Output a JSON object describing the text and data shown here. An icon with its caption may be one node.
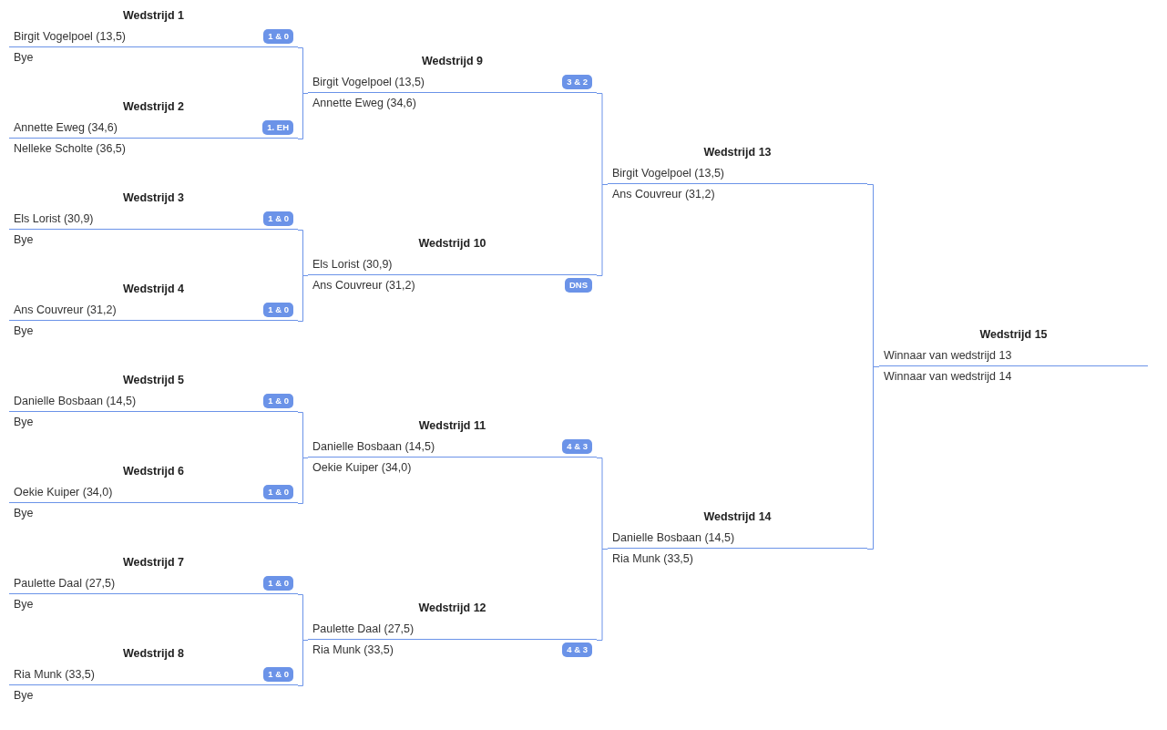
{
  "diagram": {
    "nodes": [
      {
        "text": [
          "Wedstrijd 1"
        ]
      },
      {
        "text": [
          "Birgit Vogelpoel (13,5)",
          "1 & 0"
        ],
        "in": 0
      },
      {
        "text": [
          "Bye"
        ],
        "in": 0
      },
      {
        "text": [
          "Wedstrijd 2"
        ]
      },
      {
        "text": [
          "Annette Eweg (34,6)",
          "1. EH"
        ],
        "in": 3
      },
      {
        "text": [
          "Nelleke Scholte (36,5)"
        ],
        "in": 3
      },
      {
        "text": [
          "Wedstrijd 3"
        ]
      },
      {
        "text": [
          "Els Lorist (30,9)",
          "1 & 0"
        ],
        "in": 6
      },
      {
        "text": [
          "Bye"
        ],
        "in": 6
      },
      {
        "text": [
          "Wedstrijd 4"
        ]
      },
      {
        "text": [
          "Ans Couvreur (31,2)",
          "1 & 0"
        ],
        "in": 9
      },
      {
        "text": [
          "Bye"
        ],
        "in": 9
      },
      {
        "text": [
          "Wedstrijd 5"
        ]
      },
      {
        "text": [
          "Danielle Bosbaan (14,5)",
          "1 & 0"
        ],
        "in": 12
      },
      {
        "text": [
          "Bye"
        ],
        "in": 12
      },
      {
        "text": [
          "Wedstrijd 6"
        ]
      },
      {
        "text": [
          "Oekie Kuiper (34,0)",
          "1 & 0"
        ],
        "in": 15
      },
      {
        "text": [
          "Bye"
        ],
        "in": 15
      },
      {
        "text": [
          "Wedstrijd 7"
        ]
      },
      {
        "text": [
          "Paulette Daal (27,5)",
          "1 & 0"
        ],
        "in": 18
      },
      {
        "text": [
          "Bye"
        ],
        "in": 18
      },
      {
        "text": [
          "Wedstrijd 8"
        ]
      },
      {
        "text": [
          "Ria Munk (33,5)",
          "1 & 0"
        ],
        "in": 21
      },
      {
        "text": [
          "Bye"
        ],
        "in": 21
      },
      {
        "text": [
          "Wedstrijd 9"
        ]
      },
      {
        "text": [
          "Birgit Vogelpoel (13,5)",
          "3 & 2"
        ],
        "in": 24
      },
      {
        "text": [
          "Annette Eweg (34,6)"
        ],
        "in": 24
      },
      {
        "text": [
          "Wedstrijd 10"
        ]
      },
      {
        "text": [
          "Els Lorist (30,9)"
        ],
        "in": 27
      },
      {
        "text": [
          "Ans Couvreur (31,2)",
          "DNS"
        ],
        "in": 27
      },
      {
        "text": [
          "Wedstrijd 11"
        ]
      },
      {
        "text": [
          "Danielle Bosbaan (14,5)",
          "4 & 3"
        ],
        "in": 30
      },
      {
        "text": [
          "Oekie Kuiper (34,0)"
        ],
        "in": 30
      },
      {
        "text": [
          "Wedstrijd 12"
        ]
      },
      {
        "text": [
          "Paulette Daal (27,5)"
        ],
        "in": 33
      },
      {
        "text": [
          "Ria Munk (33,5)",
          "4 & 3"
        ],
        "in": 33
      },
      {
        "text": [
          "Wedstrijd 13"
        ]
      },
      {
        "text": [
          "Birgit Vogelpoel (13,5)"
        ],
        "in": 36
      },
      {
        "text": [
          "Ans Couvreur (31,2)"
        ],
        "in": 36
      },
      {
        "text": [
          "Wedstrijd 14"
        ]
      },
      {
        "text": [
          "Danielle Bosbaan (14,5)"
        ],
        "in": 39
      },
      {
        "text": [
          "Ria Munk (33,5)"
        ],
        "in": 39
      },
      {
        "text": [
          "Wedstrijd 15"
        ]
      },
      {
        "text": [
          "Winnaar van wedstrijd 13"
        ],
        "in": 42
      },
      {
        "text": [
          "Winnaar van wedstrijd 14"
        ],
        "in": 42
      }
    ],
    "edges": [
      {
        "from": 0,
        "to": 24,
        "arrow": "none"
      },
      {
        "from": 3,
        "to": 24,
        "arrow": "none"
      },
      {
        "from": 6,
        "to": 27,
        "arrow": "none"
      },
      {
        "from": 9,
        "to": 27,
        "arrow": "none"
      },
      {
        "from": 12,
        "to": 30,
        "arrow": "none"
      },
      {
        "from": 15,
        "to": 30,
        "arrow": "none"
      },
      {
        "from": 18,
        "to": 33,
        "arrow": "none"
      },
      {
        "from": 21,
        "to": 33,
        "arrow": "none"
      },
      {
        "from": 24,
        "to": 36,
        "arrow": "none"
      },
      {
        "from": 27,
        "to": 36,
        "arrow": "none"
      },
      {
        "from": 30,
        "to": 39,
        "arrow": "none"
      },
      {
        "from": 33,
        "to": 39,
        "arrow": "none"
      },
      {
        "from": 36,
        "to": 42,
        "arrow": "none"
      },
      {
        "from": 39,
        "to": 42,
        "arrow": "none"
      }
    ]
  }
}
